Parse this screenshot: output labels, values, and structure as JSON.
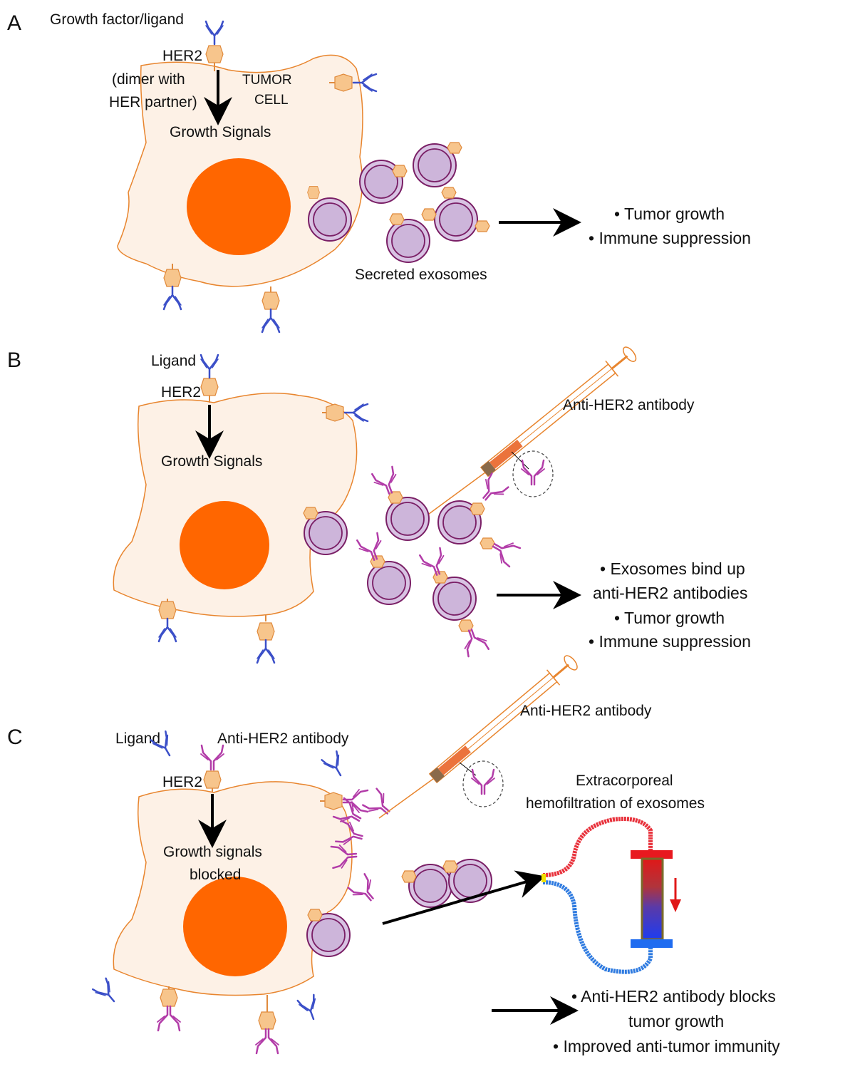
{
  "panels": {
    "a": {
      "letter": "A",
      "growth_factor": "Growth factor/ligand",
      "her2": "HER2",
      "dimer_line1": "(dimer with",
      "dimer_line2": "HER partner)",
      "tumor_line1": "TUMOR",
      "tumor_line2": "CELL",
      "growth_signals": "Growth Signals",
      "secreted_exosomes": "Secreted exosomes",
      "outcomes": [
        "• Tumor growth",
        "• Immune suppression"
      ]
    },
    "b": {
      "letter": "B",
      "ligand": "Ligand",
      "her2": "HER2",
      "growth_signals": "Growth Signals",
      "antibody": "Anti-HER2 antibody",
      "outcomes": [
        "• Exosomes bind up",
        "anti-HER2 antibodies",
        "• Tumor growth",
        "• Immune suppression"
      ]
    },
    "c": {
      "letter": "C",
      "ligand": "Ligand",
      "antibody_top": "Anti-HER2 antibody",
      "her2": "HER2",
      "antibody_syringe": "Anti-HER2 antibody",
      "blocked_line1": "Growth signals",
      "blocked_line2": "blocked",
      "hemo_line1": "Extracorporeal",
      "hemo_line2": "hemofiltration of exosomes",
      "outcomes": [
        "• Anti-HER2 antibody blocks",
        "tumor growth",
        "• Improved anti-tumor immunity"
      ]
    }
  },
  "colors": {
    "cell_fill": "#fdf1e6",
    "cell_outline": "#e8852e",
    "nucleus": "#ff6600",
    "exosome": "#d8c3e3",
    "exosome_outline": "#7a1f66",
    "her2_receptor": "#f7c58c",
    "ligand": "#3b4fc8",
    "anti_her2_antibody": "#b23ca8",
    "filter_inflow": "#e8323c",
    "filter_outflow": "#2f7be0"
  }
}
